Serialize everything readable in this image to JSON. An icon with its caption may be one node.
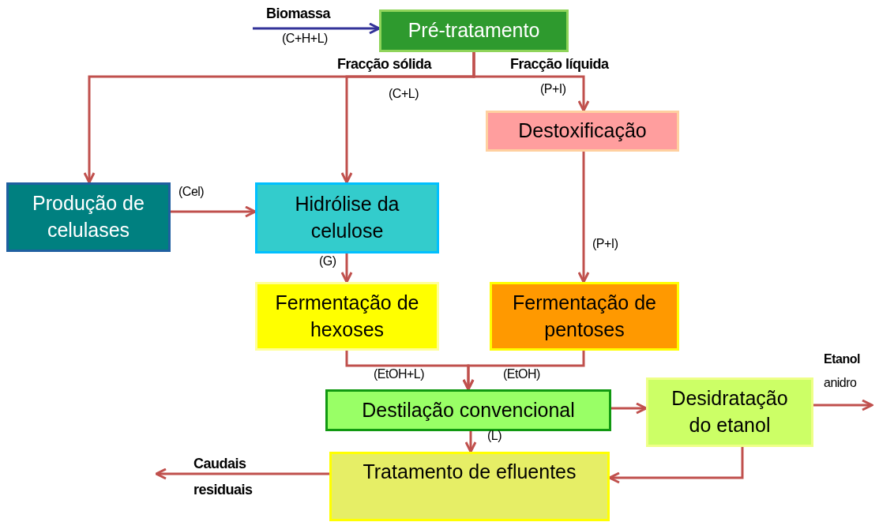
{
  "diagram": {
    "nodes": [
      {
        "text": [
          "Pré-tratamento"
        ]
      },
      {
        "text": [
          "Destoxificação"
        ]
      },
      {
        "text": [
          "Produção de celulases"
        ]
      },
      {
        "text": [
          "Hidrólise da celulose"
        ]
      },
      {
        "text": [
          "Fermentação de hexoses"
        ]
      },
      {
        "text": [
          "Fermentação de pentoses"
        ]
      },
      {
        "text": [
          "Destilação convencional"
        ]
      },
      {
        "text": [
          "Desidratação do etanol"
        ]
      },
      {
        "text": [
          "Tratamento de efluentes"
        ]
      }
    ],
    "edges": [
      {
        "from": null,
        "to": 0,
        "arrow": "to",
        "label": "Biomassa",
        "color": "#333399"
      },
      {
        "from": 0,
        "to": 2,
        "arrow": "to"
      },
      {
        "from": 0,
        "to": 3,
        "arrow": "to",
        "label": "(C+L)"
      },
      {
        "from": 0,
        "to": 1,
        "arrow": "to",
        "label": "(P+I)"
      },
      {
        "from": 2,
        "to": 3,
        "arrow": "to",
        "label": "(Cel)"
      },
      {
        "from": 3,
        "to": 4,
        "arrow": "to",
        "label": "(G)"
      },
      {
        "from": 1,
        "to": 5,
        "arrow": "to",
        "label": "(P+I)"
      },
      {
        "from": 4,
        "to": 6,
        "arrow": "to",
        "label": "(EtOH+L)"
      },
      {
        "from": 5,
        "to": 6,
        "arrow": "to",
        "label": "(EtOH)"
      },
      {
        "from": 6,
        "to": 7,
        "arrow": "to"
      },
      {
        "from": 7,
        "to": null,
        "arrow": "to",
        "label": "**Etanol** anidro"
      },
      {
        "from": 6,
        "to": 8,
        "arrow": "to",
        "label": "(L)"
      },
      {
        "from": 7,
        "to": 8,
        "arrow": "to"
      },
      {
        "from": 8,
        "to": null,
        "arrow": "to",
        "label": "Caudais residuais"
      }
    ],
    "labels": [
      "(C+H+L)",
      "Fracção sólida",
      "Fracção líquida"
    ]
  }
}
